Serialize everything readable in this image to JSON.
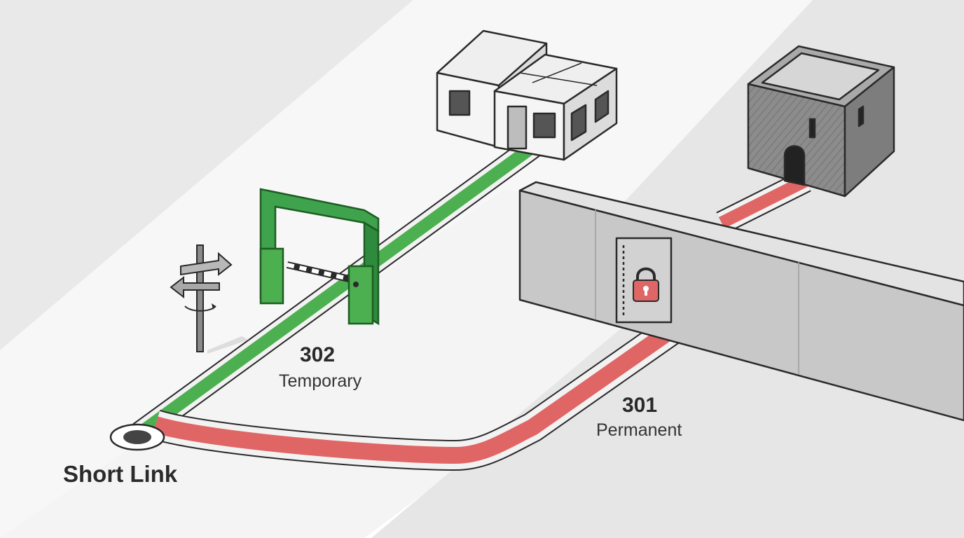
{
  "origin": {
    "label": "Short Link"
  },
  "routes": {
    "temporary": {
      "code": "302",
      "label": "Temporary",
      "color": "#4caf50"
    },
    "permanent": {
      "code": "301",
      "label": "Permanent",
      "color": "#e06666"
    }
  },
  "colors": {
    "background_band": "#e9e9e9",
    "wall": "#c8c8c8",
    "outline": "#2a2a2a",
    "lock": "#e06666"
  },
  "icons": [
    "signpost-icon",
    "gate-icon",
    "office-building-icon",
    "fortress-icon",
    "wall-icon",
    "lock-icon",
    "hole-icon"
  ]
}
